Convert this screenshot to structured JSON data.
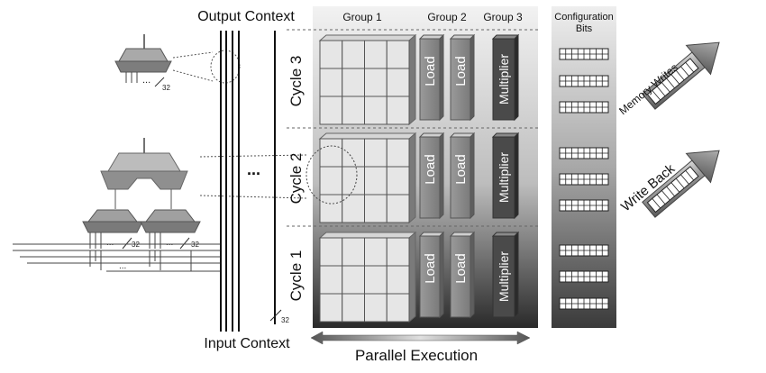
{
  "labels": {
    "output_context": "Output Context",
    "input_context": "Input Context",
    "parallel_execution": "Parallel Execution",
    "configuration_bits": [
      "Configuration",
      "Bits"
    ],
    "memory_writes": "Memory Writes",
    "write_back": "Write Back",
    "ellipsis": "...",
    "bus_width": "32"
  },
  "groups": [
    "Group 1",
    "Group 2",
    "Group 3"
  ],
  "cycles": [
    "Cycle 3",
    "Cycle 2",
    "Cycle 1"
  ],
  "unit_labels": {
    "load": "Load",
    "multiplier": "Multiplier"
  }
}
